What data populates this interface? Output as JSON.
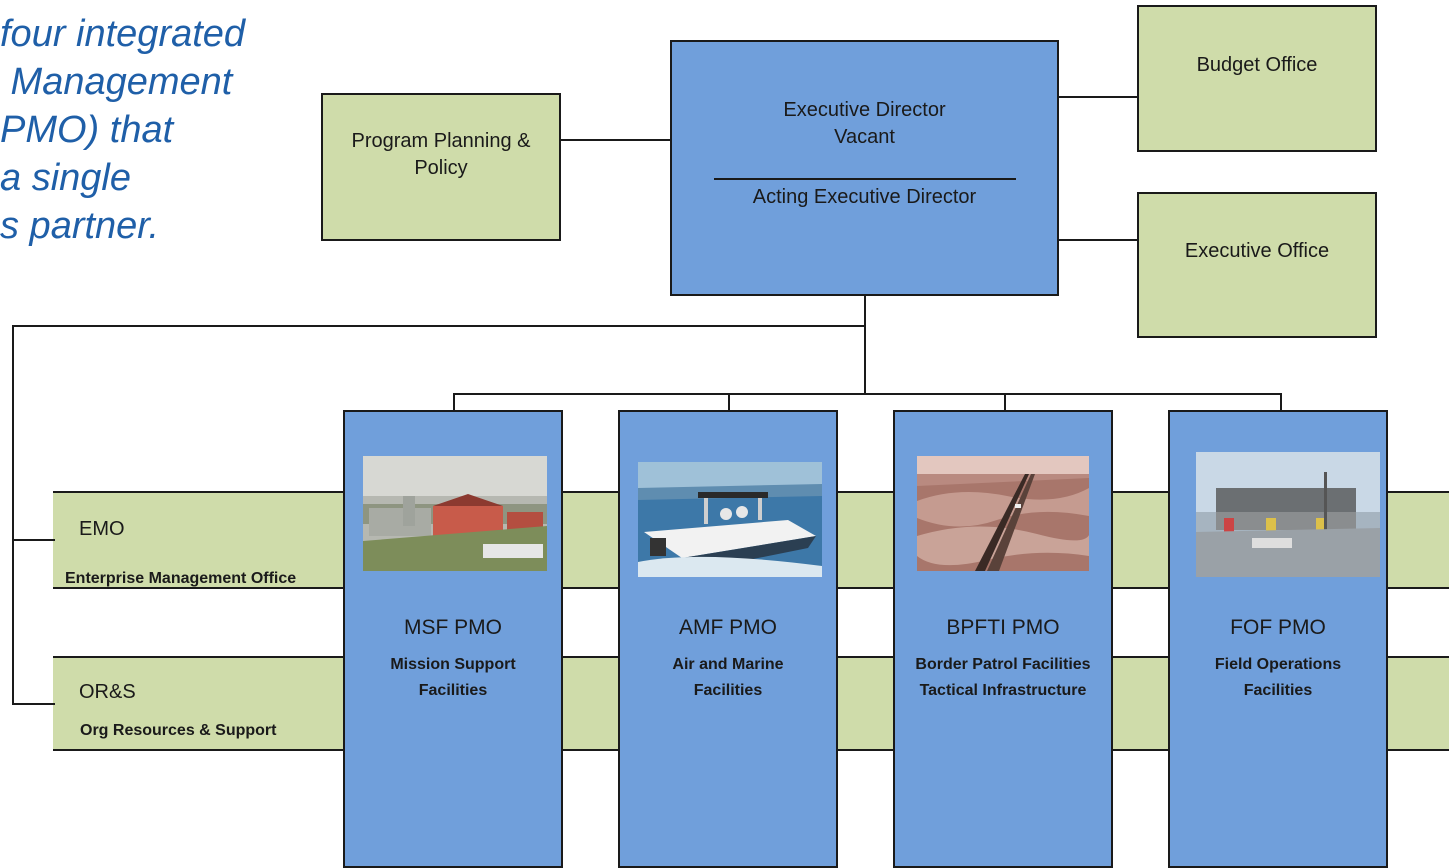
{
  "intro": {
    "lines": [
      "four integrated",
      " Management",
      "PMO) that",
      "a single",
      "s partner."
    ]
  },
  "nodes": {
    "executive_director": {
      "title": "Executive Director",
      "status": "Vacant",
      "acting": "Acting Executive Director"
    },
    "program_planning": {
      "line1": "Program Planning &",
      "line2": "Policy"
    },
    "budget_office": {
      "label": "Budget Office"
    },
    "executive_office": {
      "label": "Executive Office"
    }
  },
  "bands": {
    "emo": {
      "title": "EMO",
      "subtitle": "Enterprise Management Office"
    },
    "ors": {
      "title": "OR&S",
      "subtitle": "Org Resources & Support"
    }
  },
  "pmos": [
    {
      "title": "MSF PMO",
      "sub1": "Mission Support",
      "sub2": "Facilities"
    },
    {
      "title": "AMF PMO",
      "sub1": "Air and Marine",
      "sub2": "Facilities"
    },
    {
      "title": "BPFTI PMO",
      "sub1": "Border Patrol Facilities",
      "sub2": "Tactical Infrastructure"
    },
    {
      "title": "FOF PMO",
      "sub1": "Field Operations",
      "sub2": "Facilities"
    }
  ]
}
